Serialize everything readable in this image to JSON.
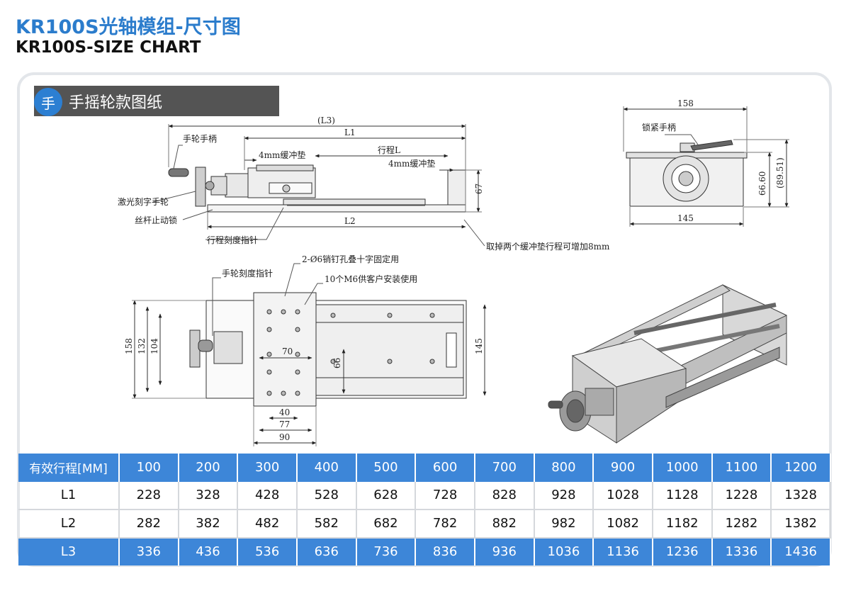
{
  "header": {
    "title_cn": "KR100S光轴模组-尺寸图",
    "title_en": "KR100S-SIZE CHART"
  },
  "section": {
    "badge": "手",
    "title": "手摇轮款图纸"
  },
  "colors": {
    "accent": "#3d86d8",
    "band": "#545454",
    "panel_border": "#e3e6ea"
  },
  "side_view": {
    "l3": "(L3)",
    "l1": "L1",
    "l2": "L2",
    "stroke": "行程L",
    "buffer_left": "4mm缓冲垫",
    "buffer_right": "4mm缓冲垫",
    "handwheel_handle": "手轮手柄",
    "laser_handwheel": "激光刻字手轮",
    "screw_lock": "丝杆止动锁",
    "stroke_pointer": "行程刻度指针",
    "remove_buffers_note": "取掉两个缓冲垫行程可增加8mm",
    "height": "67"
  },
  "end_view": {
    "width_top": "158",
    "width_bottom": "145",
    "lock_handle": "锁紧手柄",
    "h1": "66.60",
    "h2": "(89.51)"
  },
  "top_view": {
    "pin_note": "2-Ø6销钉孔叠十字固定用",
    "m6_note": "10个M6供客户安装使用",
    "handwheel_pointer": "手轮刻度指针",
    "d158": "158",
    "d132": "132",
    "d104": "104",
    "d70": "70",
    "d66": "66",
    "d145": "145",
    "d40": "40",
    "d77": "77",
    "d90": "90"
  },
  "table": {
    "header_label": "有效行程[MM]",
    "strokes": [
      "100",
      "200",
      "300",
      "400",
      "500",
      "600",
      "700",
      "800",
      "900",
      "1000",
      "1100",
      "1200"
    ],
    "rows": [
      {
        "label": "L1",
        "values": [
          "228",
          "328",
          "428",
          "528",
          "628",
          "728",
          "828",
          "928",
          "1028",
          "1128",
          "1228",
          "1328"
        ]
      },
      {
        "label": "L2",
        "values": [
          "282",
          "382",
          "482",
          "582",
          "682",
          "782",
          "882",
          "982",
          "1082",
          "1182",
          "1282",
          "1382"
        ]
      },
      {
        "label": "L3",
        "values": [
          "336",
          "436",
          "536",
          "636",
          "736",
          "836",
          "936",
          "1036",
          "1136",
          "1236",
          "1336",
          "1436"
        ]
      }
    ]
  }
}
